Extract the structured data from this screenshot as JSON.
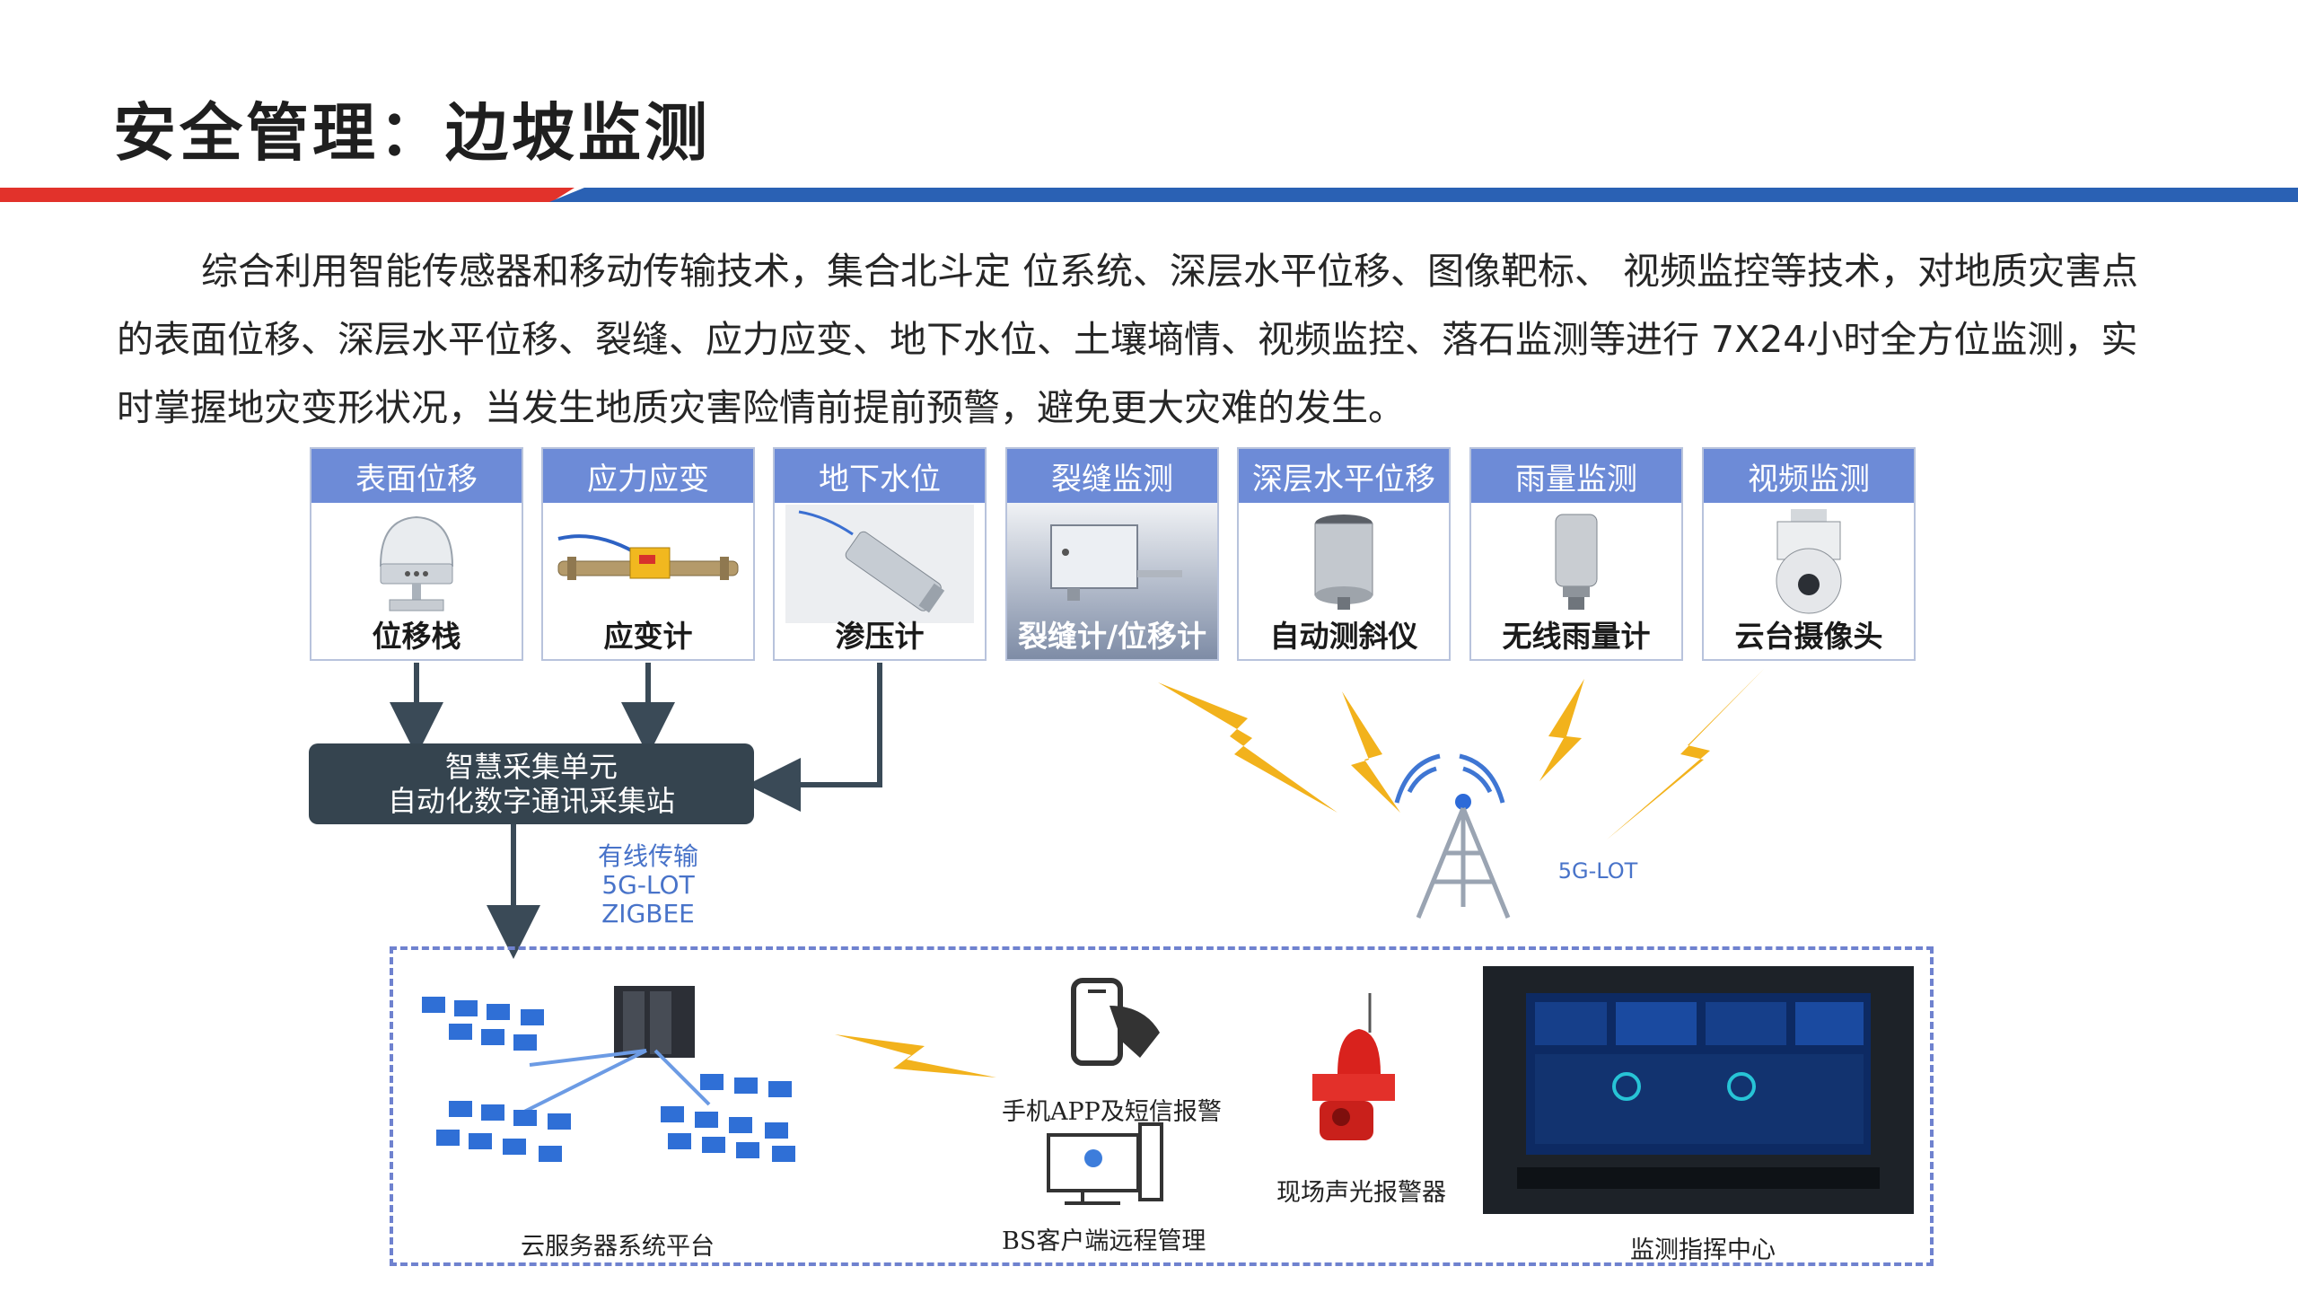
{
  "header": {
    "title": "安全管理：边坡监测",
    "accent_red": "#e2322b",
    "accent_blue": "#2a61b4"
  },
  "intro": "综合利用智能传感器和移动传输技术，集合北斗定 位系统、深层水平位移、图像靶标、 视频监控等技术，对地质灾害点的表面位移、深层水平位移、裂缝、应力应变、地下水位、土壤墒情、视频监控、落石监测等进行 7X24小时全方位监测，实时掌握地灾变形状况，当发生地质灾害险情前提前预警，避免更大灾难的发生。",
  "sensors": [
    {
      "header": "表面位移",
      "caption": "位移栈",
      "icon": "gnss-receiver-icon"
    },
    {
      "header": "应力应变",
      "caption": "应变计",
      "icon": "strain-gauge-icon"
    },
    {
      "header": "地下水位",
      "caption": "渗压计",
      "icon": "piezometer-icon"
    },
    {
      "header": "裂缝监测",
      "caption": "裂缝计/位移计",
      "icon": "crack-meter-icon"
    },
    {
      "header": "深层水平位移",
      "caption": "自动测斜仪",
      "icon": "inclinometer-icon"
    },
    {
      "header": "雨量监测",
      "caption": "无线雨量计",
      "icon": "rain-gauge-icon"
    },
    {
      "header": "视频监测",
      "caption": "云台摄像头",
      "icon": "ptz-camera-icon"
    }
  ],
  "collection_unit": {
    "line1": "智慧采集单元",
    "line2": "自动化数字通讯采集站"
  },
  "transmission": {
    "line1": "有线传输",
    "line2": "5G-LOT",
    "line3": "ZIGBEE"
  },
  "tower_label": "5G-LOT",
  "platform": {
    "cloud": "云服务器系统平台",
    "app": "手机APP及短信报警",
    "bs": "BS客户端远程管理",
    "alarm": "现场声光报警器",
    "center": "监测指挥中心"
  },
  "colors": {
    "sensor_header": "#6d8bd7",
    "unit_bg": "#35444f",
    "arrow": "#3a4a57",
    "lightning": "#f2b21c",
    "frame": "#6f82cf"
  }
}
